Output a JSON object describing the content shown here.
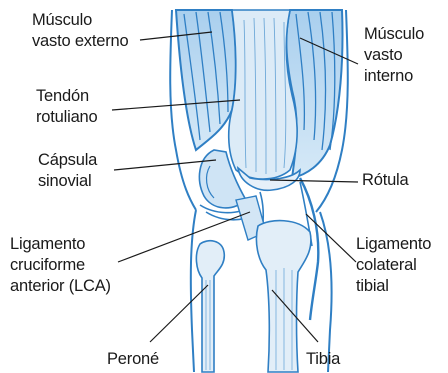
{
  "labels": {
    "musculo_vasto_externo": "Músculo\nvasto externo",
    "tendon_rotuliano": "Tendón\nrotuliano",
    "capsula_sinovial": "Cápsula\nsinovial",
    "ligamento_cruciforme": "Ligamento\ncruciforme\nanterior (LCA)",
    "perone": "Peroné",
    "musculo_vasto_interno": "Músculo\nvasto\ninterno",
    "rotula": "Rótula",
    "ligamento_colateral": "Ligamento\ncolateral\ntibial",
    "tibia": "Tibia"
  },
  "colors": {
    "anatomy_fill": "#b9d8ef",
    "anatomy_stroke": "#2f7fc4",
    "anatomy_dark": "#1f6fb8",
    "leader_line": "#1a1a1a"
  }
}
